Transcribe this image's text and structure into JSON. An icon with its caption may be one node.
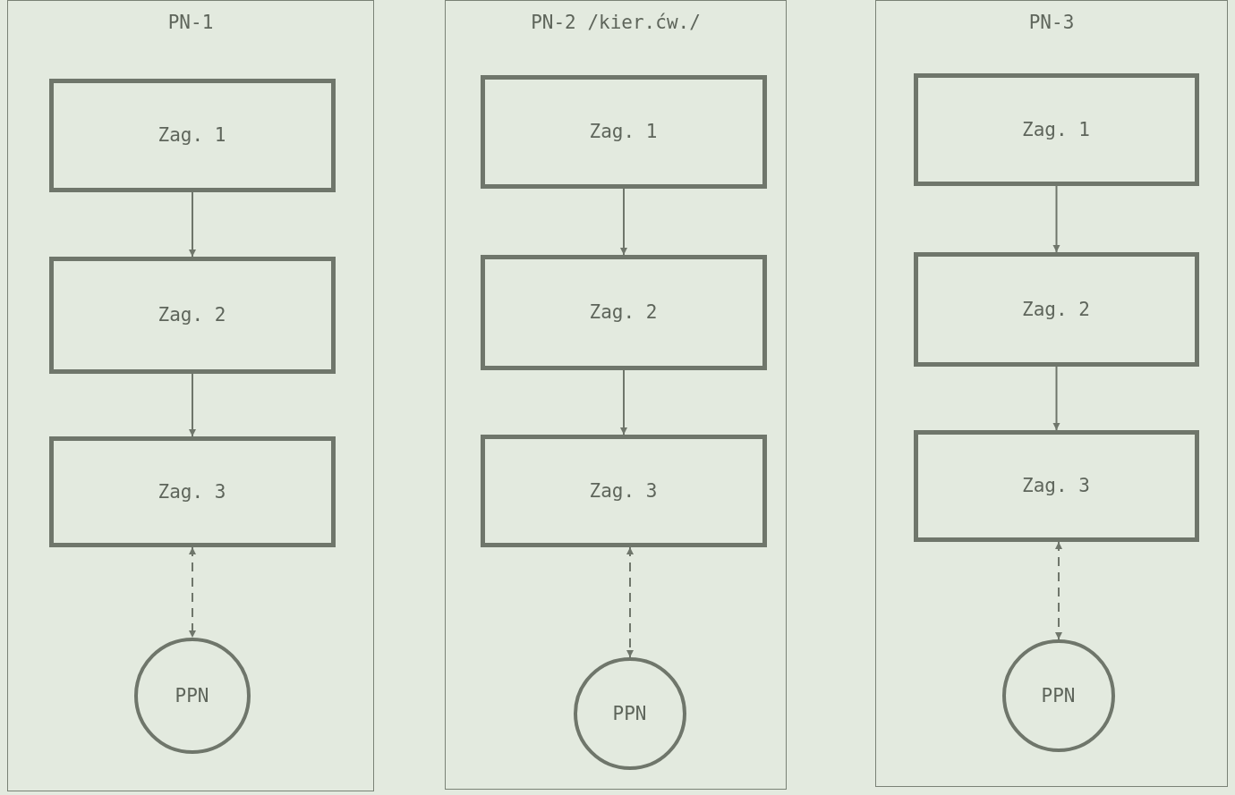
{
  "diagram": {
    "nodes": [
      {
        "text": [
          "PN-1"
        ]
      },
      {
        "text": [
          "Zag. 1"
        ],
        "in": 0
      },
      {
        "text": [
          "Zag. 2"
        ],
        "in": 0
      },
      {
        "text": [
          "Zag. 3"
        ],
        "in": 0
      },
      {
        "text": [
          "PPN"
        ],
        "in": 0
      },
      {
        "text": [
          "PN-2 /kier.ćw./"
        ]
      },
      {
        "text": [
          "Zag. 1"
        ],
        "in": 5
      },
      {
        "text": [
          "Zag. 2"
        ],
        "in": 5
      },
      {
        "text": [
          "Zag. 3"
        ],
        "in": 5
      },
      {
        "text": [
          "PPN"
        ],
        "in": 5
      },
      {
        "text": [
          "PN-3"
        ]
      },
      {
        "text": [
          "Zag. 1"
        ],
        "in": 10
      },
      {
        "text": [
          "Zag. 2"
        ],
        "in": 10
      },
      {
        "text": [
          "Zag. 3"
        ],
        "in": 10
      },
      {
        "text": [
          "PPN"
        ],
        "in": 10
      }
    ],
    "edges": [
      {
        "from": 1,
        "to": 2,
        "arrow": "to"
      },
      {
        "from": 2,
        "to": 3,
        "arrow": "to"
      },
      {
        "from": 3,
        "to": 4,
        "arrow": "both",
        "style": "dashed"
      },
      {
        "from": 6,
        "to": 7,
        "arrow": "to"
      },
      {
        "from": 7,
        "to": 8,
        "arrow": "to"
      },
      {
        "from": 8,
        "to": 9,
        "arrow": "both",
        "style": "dashed"
      },
      {
        "from": 11,
        "to": 12,
        "arrow": "to"
      },
      {
        "from": 12,
        "to": 13,
        "arrow": "to"
      },
      {
        "from": 13,
        "to": 14,
        "arrow": "both",
        "style": "dashed"
      }
    ]
  }
}
